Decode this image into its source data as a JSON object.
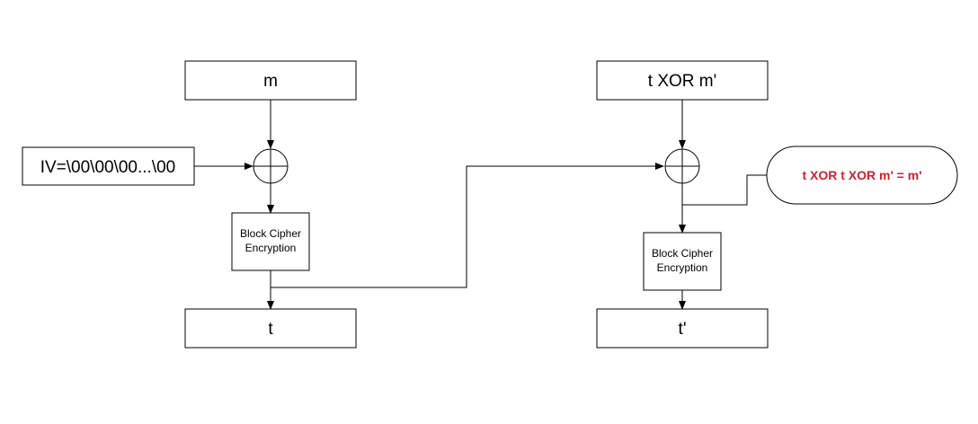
{
  "left": {
    "message": "m",
    "iv": "IV=\\00\\00\\00...\\00",
    "cipher_line1": "Block Cipher",
    "cipher_line2": "Encryption",
    "output": "t"
  },
  "right": {
    "message": "t XOR m'",
    "cipher_line1": "Block Cipher",
    "cipher_line2": "Encryption",
    "output": "t'",
    "note": "t XOR t XOR m' = m'"
  },
  "colors": {
    "note_text": "#d0202e"
  }
}
